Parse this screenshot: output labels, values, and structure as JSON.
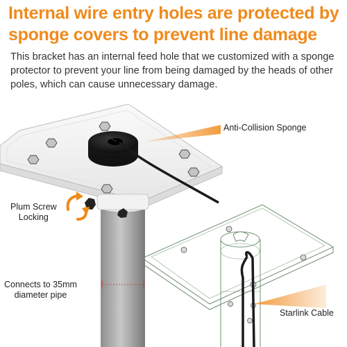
{
  "headline": "Internal wire entry holes are protected by sponge covers to prevent line damage",
  "body": "This bracket has an internal feed hole that we customized with a sponge protector to prevent your line from being damaged by the heads of other poles, which can cause unnecessary damage.",
  "callouts": {
    "sponge": "Anti-Collision Sponge",
    "plum_line1": "Plum Screw",
    "plum_line2": "Locking",
    "pipe_line1": "Connects to 35mm",
    "pipe_line2": "diameter pipe",
    "cable": "Starlink Cable"
  },
  "colors": {
    "accent": "#f08a1c",
    "text": "#333333",
    "outline": "#5f8a5f",
    "cable": "#1a1a1a"
  },
  "icons": [
    "rotation-arrow-icon"
  ]
}
